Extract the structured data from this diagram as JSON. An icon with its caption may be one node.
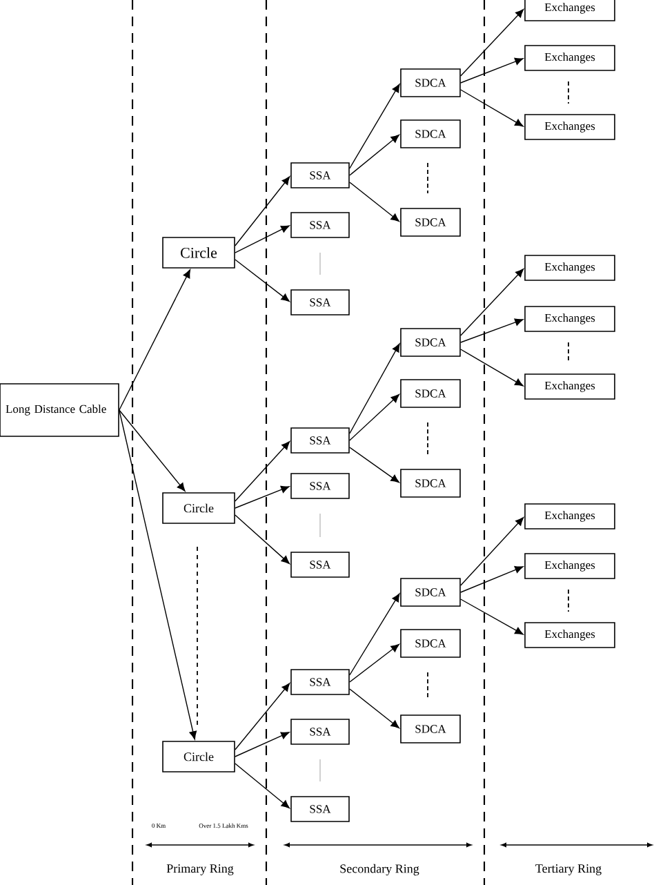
{
  "diagram": {
    "nodes": [
      {
        "text": [
          "Long Distance Cable"
        ]
      },
      {
        "text": [
          "Circle"
        ]
      },
      {
        "text": [
          "Circle"
        ]
      },
      {
        "text": [
          "Circle"
        ]
      },
      {
        "text": [
          "SSA"
        ]
      },
      {
        "text": [
          "SSA"
        ]
      },
      {
        "text": [
          "SSA"
        ]
      },
      {
        "text": [
          "SSA"
        ]
      },
      {
        "text": [
          "SSA"
        ]
      },
      {
        "text": [
          "SSA"
        ]
      },
      {
        "text": [
          "SSA"
        ]
      },
      {
        "text": [
          "SSA"
        ]
      },
      {
        "text": [
          "SSA"
        ]
      },
      {
        "text": [
          "SDCA"
        ]
      },
      {
        "text": [
          "SDCA"
        ]
      },
      {
        "text": [
          "SDCA"
        ]
      },
      {
        "text": [
          "SDCA"
        ]
      },
      {
        "text": [
          "SDCA"
        ]
      },
      {
        "text": [
          "SDCA"
        ]
      },
      {
        "text": [
          "SDCA"
        ]
      },
      {
        "text": [
          "SDCA"
        ]
      },
      {
        "text": [
          "SDCA"
        ]
      },
      {
        "text": [
          "Exchanges"
        ]
      },
      {
        "text": [
          "Exchanges"
        ]
      },
      {
        "text": [
          "Exchanges"
        ]
      },
      {
        "text": [
          "Exchanges"
        ]
      },
      {
        "text": [
          "Exchanges"
        ]
      },
      {
        "text": [
          "Exchanges"
        ]
      },
      {
        "text": [
          "Exchanges"
        ]
      },
      {
        "text": [
          "Exchanges"
        ]
      },
      {
        "text": [
          "Exchanges"
        ]
      }
    ],
    "edges": [
      {
        "from": 0,
        "to": 1,
        "arrow": "to"
      },
      {
        "from": 0,
        "to": 2,
        "arrow": "to"
      },
      {
        "from": 0,
        "to": 3,
        "arrow": "to"
      },
      {
        "from": 1,
        "to": 4,
        "arrow": "to"
      },
      {
        "from": 1,
        "to": 5,
        "arrow": "to"
      },
      {
        "from": 1,
        "to": 6,
        "arrow": "to"
      },
      {
        "from": 2,
        "to": 7,
        "arrow": "to"
      },
      {
        "from": 2,
        "to": 8,
        "arrow": "to"
      },
      {
        "from": 2,
        "to": 9,
        "arrow": "to"
      },
      {
        "from": 3,
        "to": 10,
        "arrow": "to"
      },
      {
        "from": 3,
        "to": 11,
        "arrow": "to"
      },
      {
        "from": 3,
        "to": 12,
        "arrow": "to"
      },
      {
        "from": 4,
        "to": 13,
        "arrow": "to"
      },
      {
        "from": 4,
        "to": 14,
        "arrow": "to"
      },
      {
        "from": 4,
        "to": 15,
        "arrow": "to"
      },
      {
        "from": 7,
        "to": 16,
        "arrow": "to"
      },
      {
        "from": 7,
        "to": 17,
        "arrow": "to"
      },
      {
        "from": 7,
        "to": 18,
        "arrow": "to"
      },
      {
        "from": 10,
        "to": 19,
        "arrow": "to"
      },
      {
        "from": 10,
        "to": 20,
        "arrow": "to"
      },
      {
        "from": 10,
        "to": 21,
        "arrow": "to"
      },
      {
        "from": 13,
        "to": 22,
        "arrow": "to"
      },
      {
        "from": 13,
        "to": 23,
        "arrow": "to"
      },
      {
        "from": 13,
        "to": 24,
        "arrow": "to"
      },
      {
        "from": 16,
        "to": 25,
        "arrow": "to"
      },
      {
        "from": 16,
        "to": 26,
        "arrow": "to"
      },
      {
        "from": 16,
        "to": 27,
        "arrow": "to"
      },
      {
        "from": 19,
        "to": 28,
        "arrow": "to"
      },
      {
        "from": 19,
        "to": 29,
        "arrow": "to"
      },
      {
        "from": 19,
        "to": 30,
        "arrow": "to"
      }
    ],
    "labels": [
      "0 Km",
      "Over 1.5 Lakh Kms",
      "Primary Ring",
      "Secondary Ring",
      "Tertiary Ring"
    ]
  }
}
